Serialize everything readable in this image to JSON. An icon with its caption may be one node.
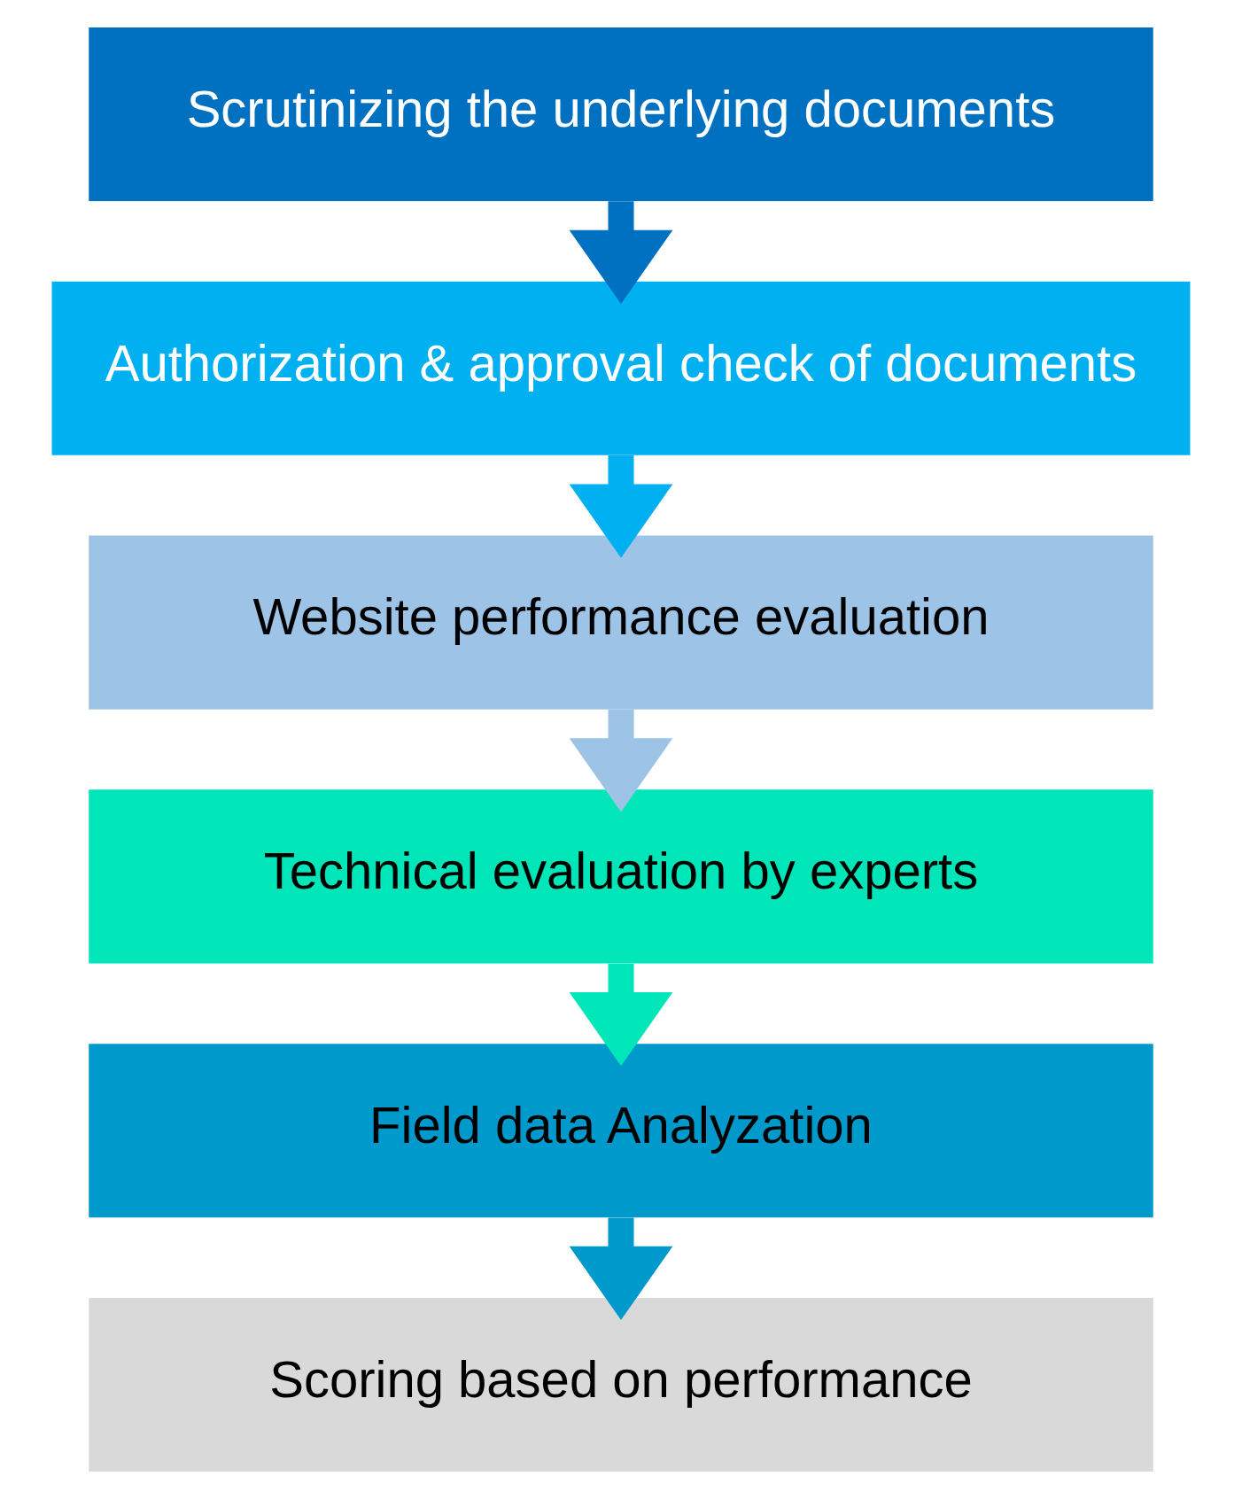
{
  "diagram": {
    "nodes": [
      {
        "text": [
          "Scrutinizing the underlying documents"
        ]
      },
      {
        "text": [
          "Authorization & approval check of documents"
        ]
      },
      {
        "text": [
          "Website performance evaluation"
        ]
      },
      {
        "text": [
          "Technical evaluation by experts"
        ]
      },
      {
        "text": [
          "Field data Analyzation"
        ]
      },
      {
        "text": [
          "Scoring based on performance"
        ]
      }
    ],
    "edges": [
      {
        "from": 0,
        "to": 1,
        "arrow": "to",
        "color": "#0070c0"
      },
      {
        "from": 1,
        "to": 2,
        "arrow": "to",
        "color": "#00b0f0"
      },
      {
        "from": 2,
        "to": 3,
        "arrow": "to",
        "color": "#9dc3e6"
      },
      {
        "from": 3,
        "to": 4,
        "arrow": "to",
        "color": "#00e6b8"
      },
      {
        "from": 4,
        "to": 5,
        "arrow": "to",
        "color": "#0099cc"
      }
    ]
  }
}
